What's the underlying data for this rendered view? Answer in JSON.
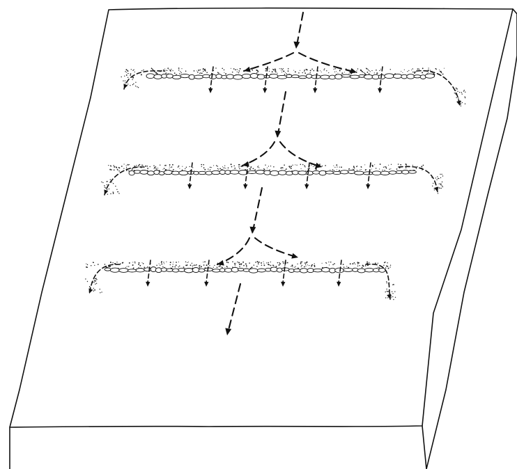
{
  "diagram": {
    "kind": "line-drawing",
    "subject": "stone-lines-on-slope",
    "stone_line_count": 3,
    "colors": {
      "ink": "#111111",
      "paper": "#ffffff"
    }
  }
}
